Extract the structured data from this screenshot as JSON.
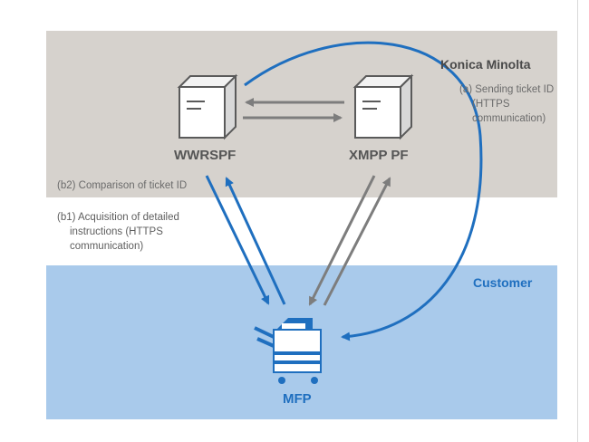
{
  "zones": {
    "provider_label": "Konica Minolta",
    "customer_label": "Customer"
  },
  "nodes": {
    "wwrspf": "WWRSPF",
    "xmpp": "XMPP PF",
    "mfp": "MFP"
  },
  "notes": {
    "a": [
      "(a) Sending ticket ID",
      "(HTTPS",
      "communication)"
    ],
    "b2": "(b2) Comparison of ticket ID",
    "b1": [
      "(b1) Acquisition of detailed",
      "instructions (HTTPS",
      "communication)"
    ]
  },
  "colors": {
    "provider_zone": "#d6d2cd",
    "customer_zone": "#a9caeb",
    "blue_arrow": "#1f6fbf",
    "gray_arrow": "#7d7d7d"
  }
}
